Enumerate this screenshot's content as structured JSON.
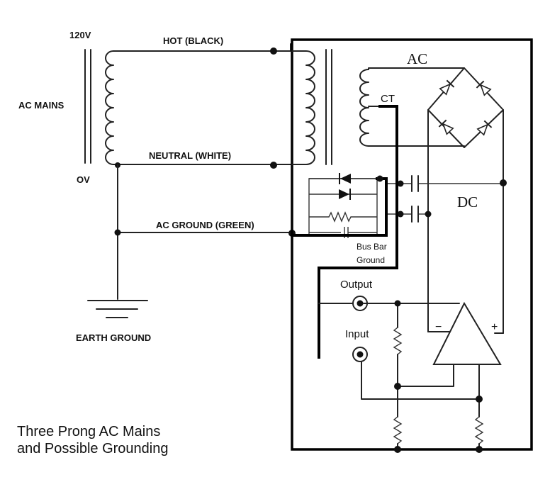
{
  "labels": {
    "voltage_120": "120V",
    "hot": "HOT (BLACK)",
    "ac_mains": "AC MAINS",
    "ov": "OV",
    "neutral": "NEUTRAL (WHITE)",
    "ac_ground": "AC GROUND (GREEN)",
    "earth_ground": "EARTH GROUND",
    "ac": "AC",
    "ct": "CT",
    "dc": "DC",
    "bus_bar_line1": "Bus Bar",
    "bus_bar_line2": "Ground",
    "output": "Output",
    "input": "Input",
    "minus": "−",
    "plus": "+"
  },
  "caption": {
    "line1": "Three Prong AC Mains",
    "line2": "and Possible Grounding"
  }
}
